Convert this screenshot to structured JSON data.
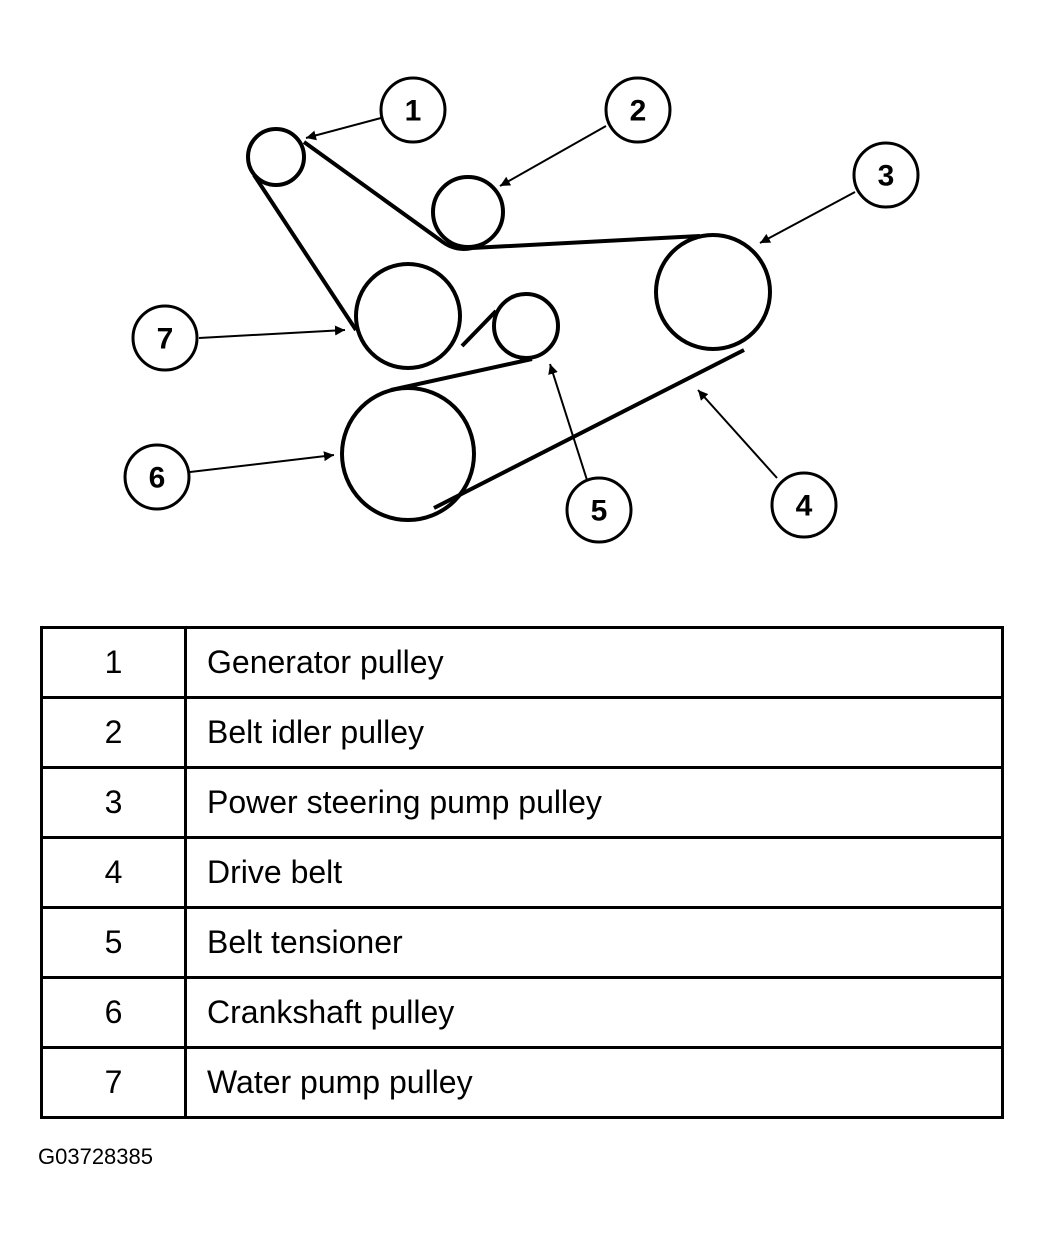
{
  "parts": [
    {
      "number": "1",
      "label": "Generator pulley"
    },
    {
      "number": "2",
      "label": "Belt idler pulley"
    },
    {
      "number": "3",
      "label": "Power steering pump pulley"
    },
    {
      "number": "4",
      "label": "Drive belt"
    },
    {
      "number": "5",
      "label": "Belt tensioner"
    },
    {
      "number": "6",
      "label": "Crankshaft pulley"
    },
    {
      "number": "7",
      "label": "Water pump pulley"
    }
  ],
  "figure_code": "G03728385"
}
